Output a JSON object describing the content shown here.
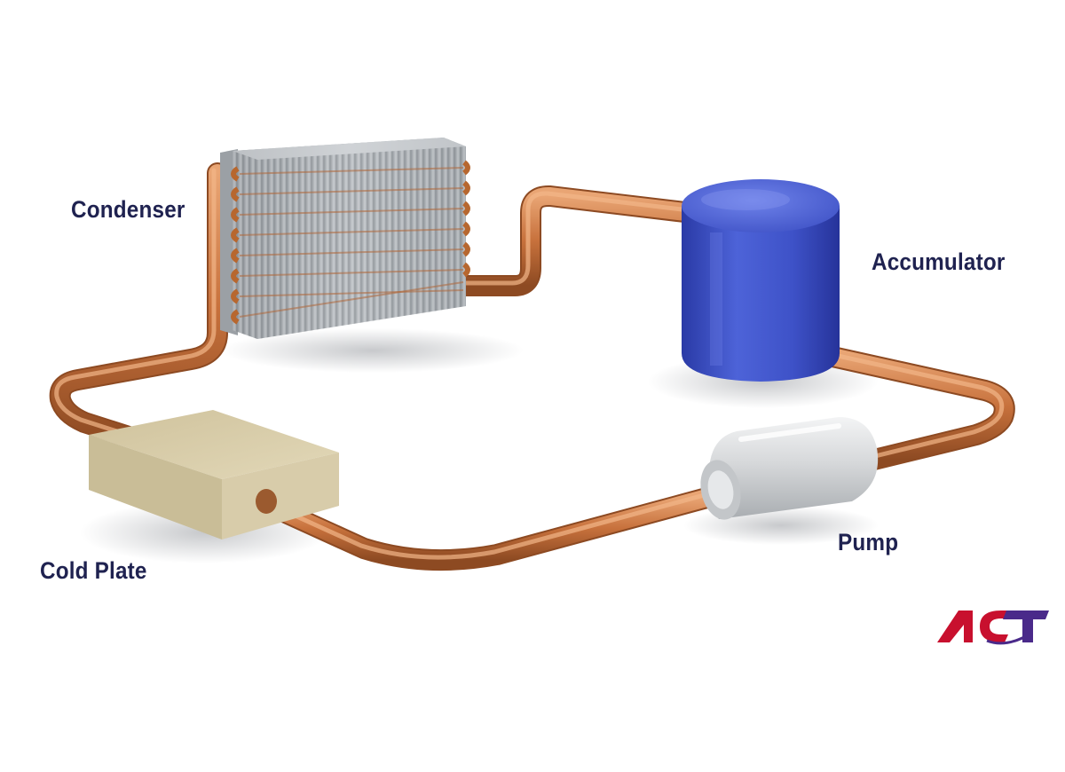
{
  "labels": {
    "condenser": "Condenser",
    "accumulator": "Accumulator",
    "pump": "Pump",
    "cold_plate": "Cold Plate"
  },
  "logo": {
    "text": "ACT"
  },
  "colors": {
    "label_text": "#1f2250",
    "copper": "#c8743f",
    "accumulator_blue": "#3c4fc4",
    "pump_silver": "#d5d7d9",
    "cold_plate_tan": "#d8ccaa",
    "condenser_fin": "#a4a8ad",
    "logo_red": "#c8102e",
    "logo_purple": "#4a2a8a"
  }
}
